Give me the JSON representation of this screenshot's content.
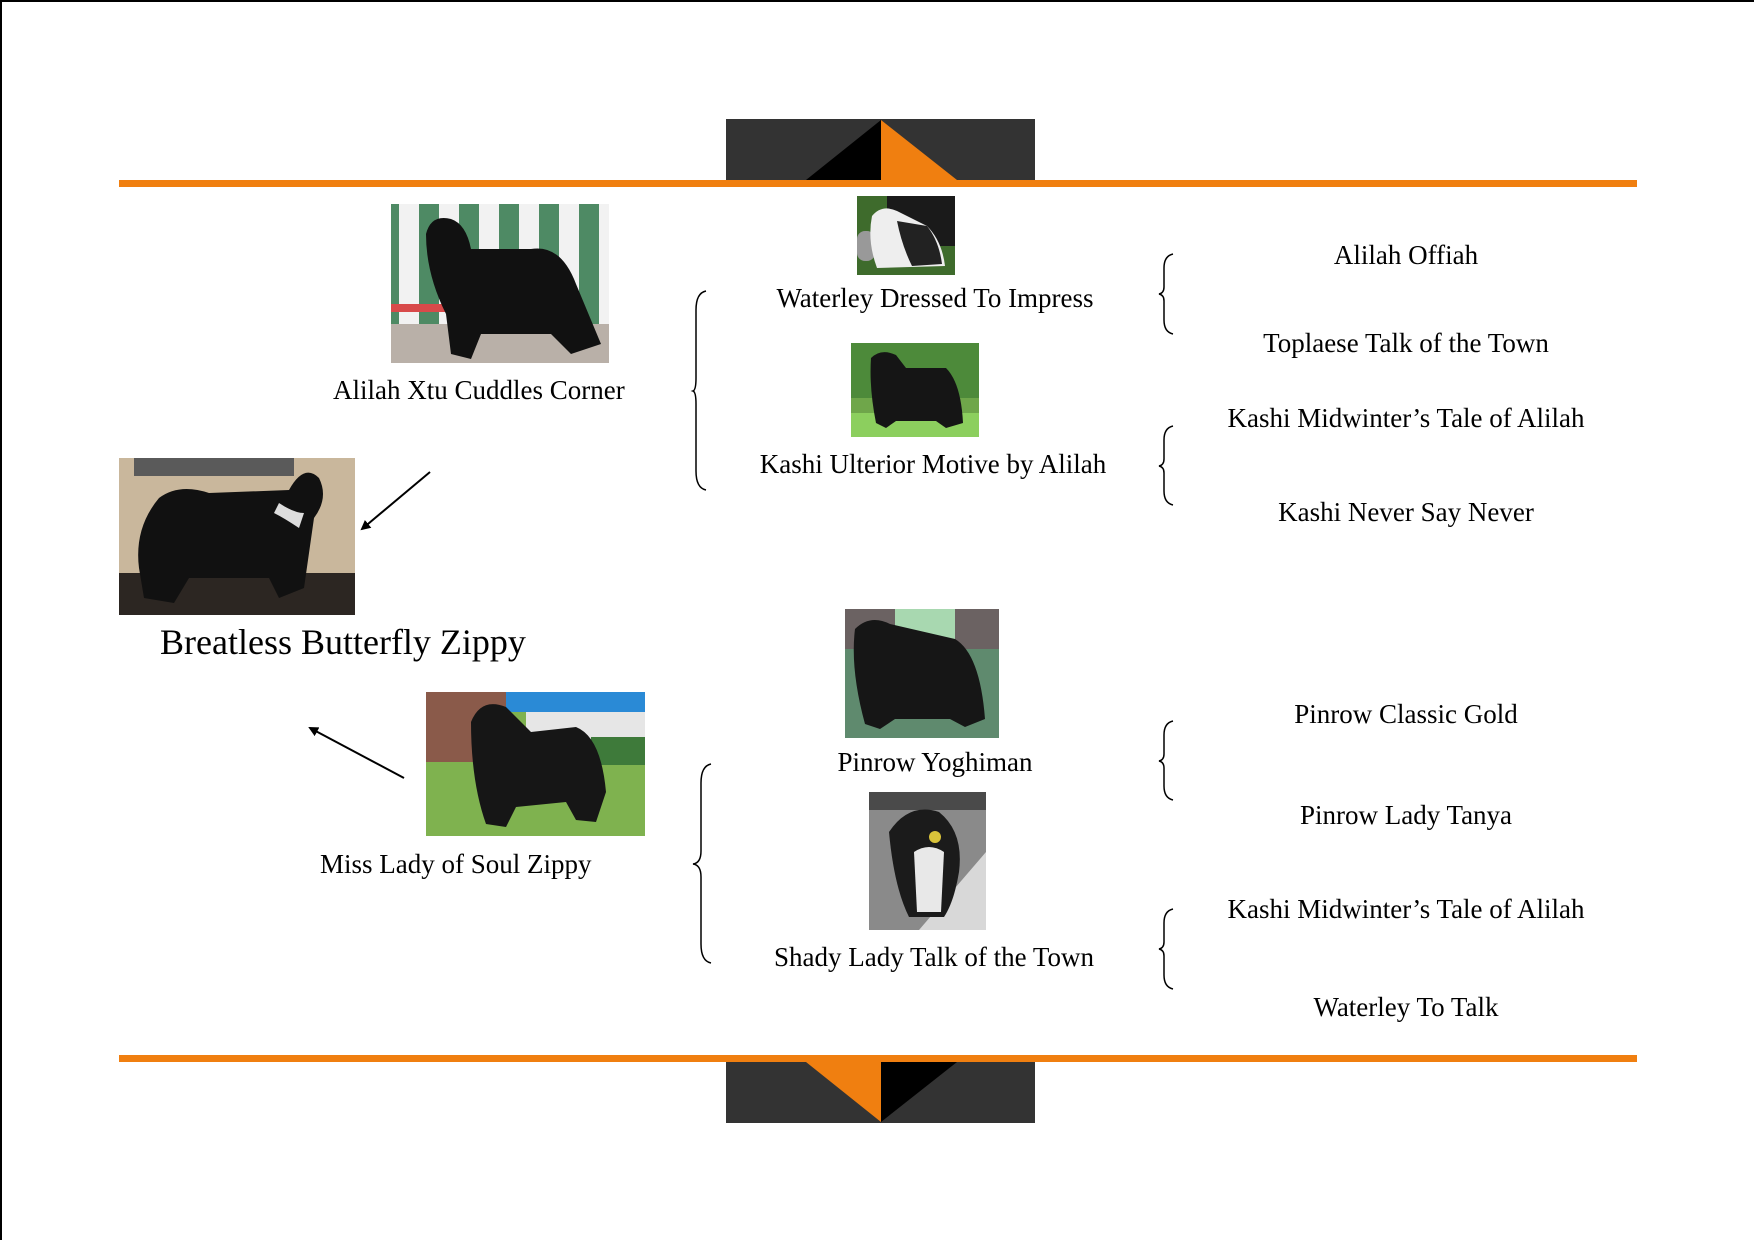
{
  "colors": {
    "accent": "#f07f10",
    "dark_block": "#333333",
    "black": "#000000"
  },
  "subject": {
    "name": "Breatless Butterfly Zippy",
    "photo_icon": "dog-photo-black-coat-grooming-table"
  },
  "sire": {
    "name": "Alilah Xtu Cuddles Corner",
    "photo_icon": "dog-photo-black-coat-green-fence",
    "sire": {
      "name": "Waterley Dressed To Impress",
      "photo_icon": "dog-photo-black-white-show",
      "parents": [
        "Alilah Offiah",
        "Toplaese Talk of the Town"
      ]
    },
    "dam": {
      "name": "Kashi Ulterior Motive by Alilah",
      "photo_icon": "dog-photo-black-coat-garden",
      "parents": [
        "Kashi Midwinter’s Tale of Alilah",
        "Kashi Never Say Never"
      ]
    }
  },
  "dam": {
    "name": "Miss Lady of Soul Zippy",
    "photo_icon": "dog-photo-black-coat-lawn",
    "sire": {
      "name": "Pinrow Yoghiman",
      "photo_icon": "dog-photo-black-coat-show-ring",
      "parents": [
        "Pinrow Classic Gold",
        "Pinrow Lady Tanya"
      ]
    },
    "dam": {
      "name": "Shady Lady Talk of the Town",
      "photo_icon": "dog-photo-black-white-running-ball",
      "parents": [
        "Kashi Midwinter’s Tale of Alilah",
        "Waterley To Talk"
      ]
    }
  }
}
